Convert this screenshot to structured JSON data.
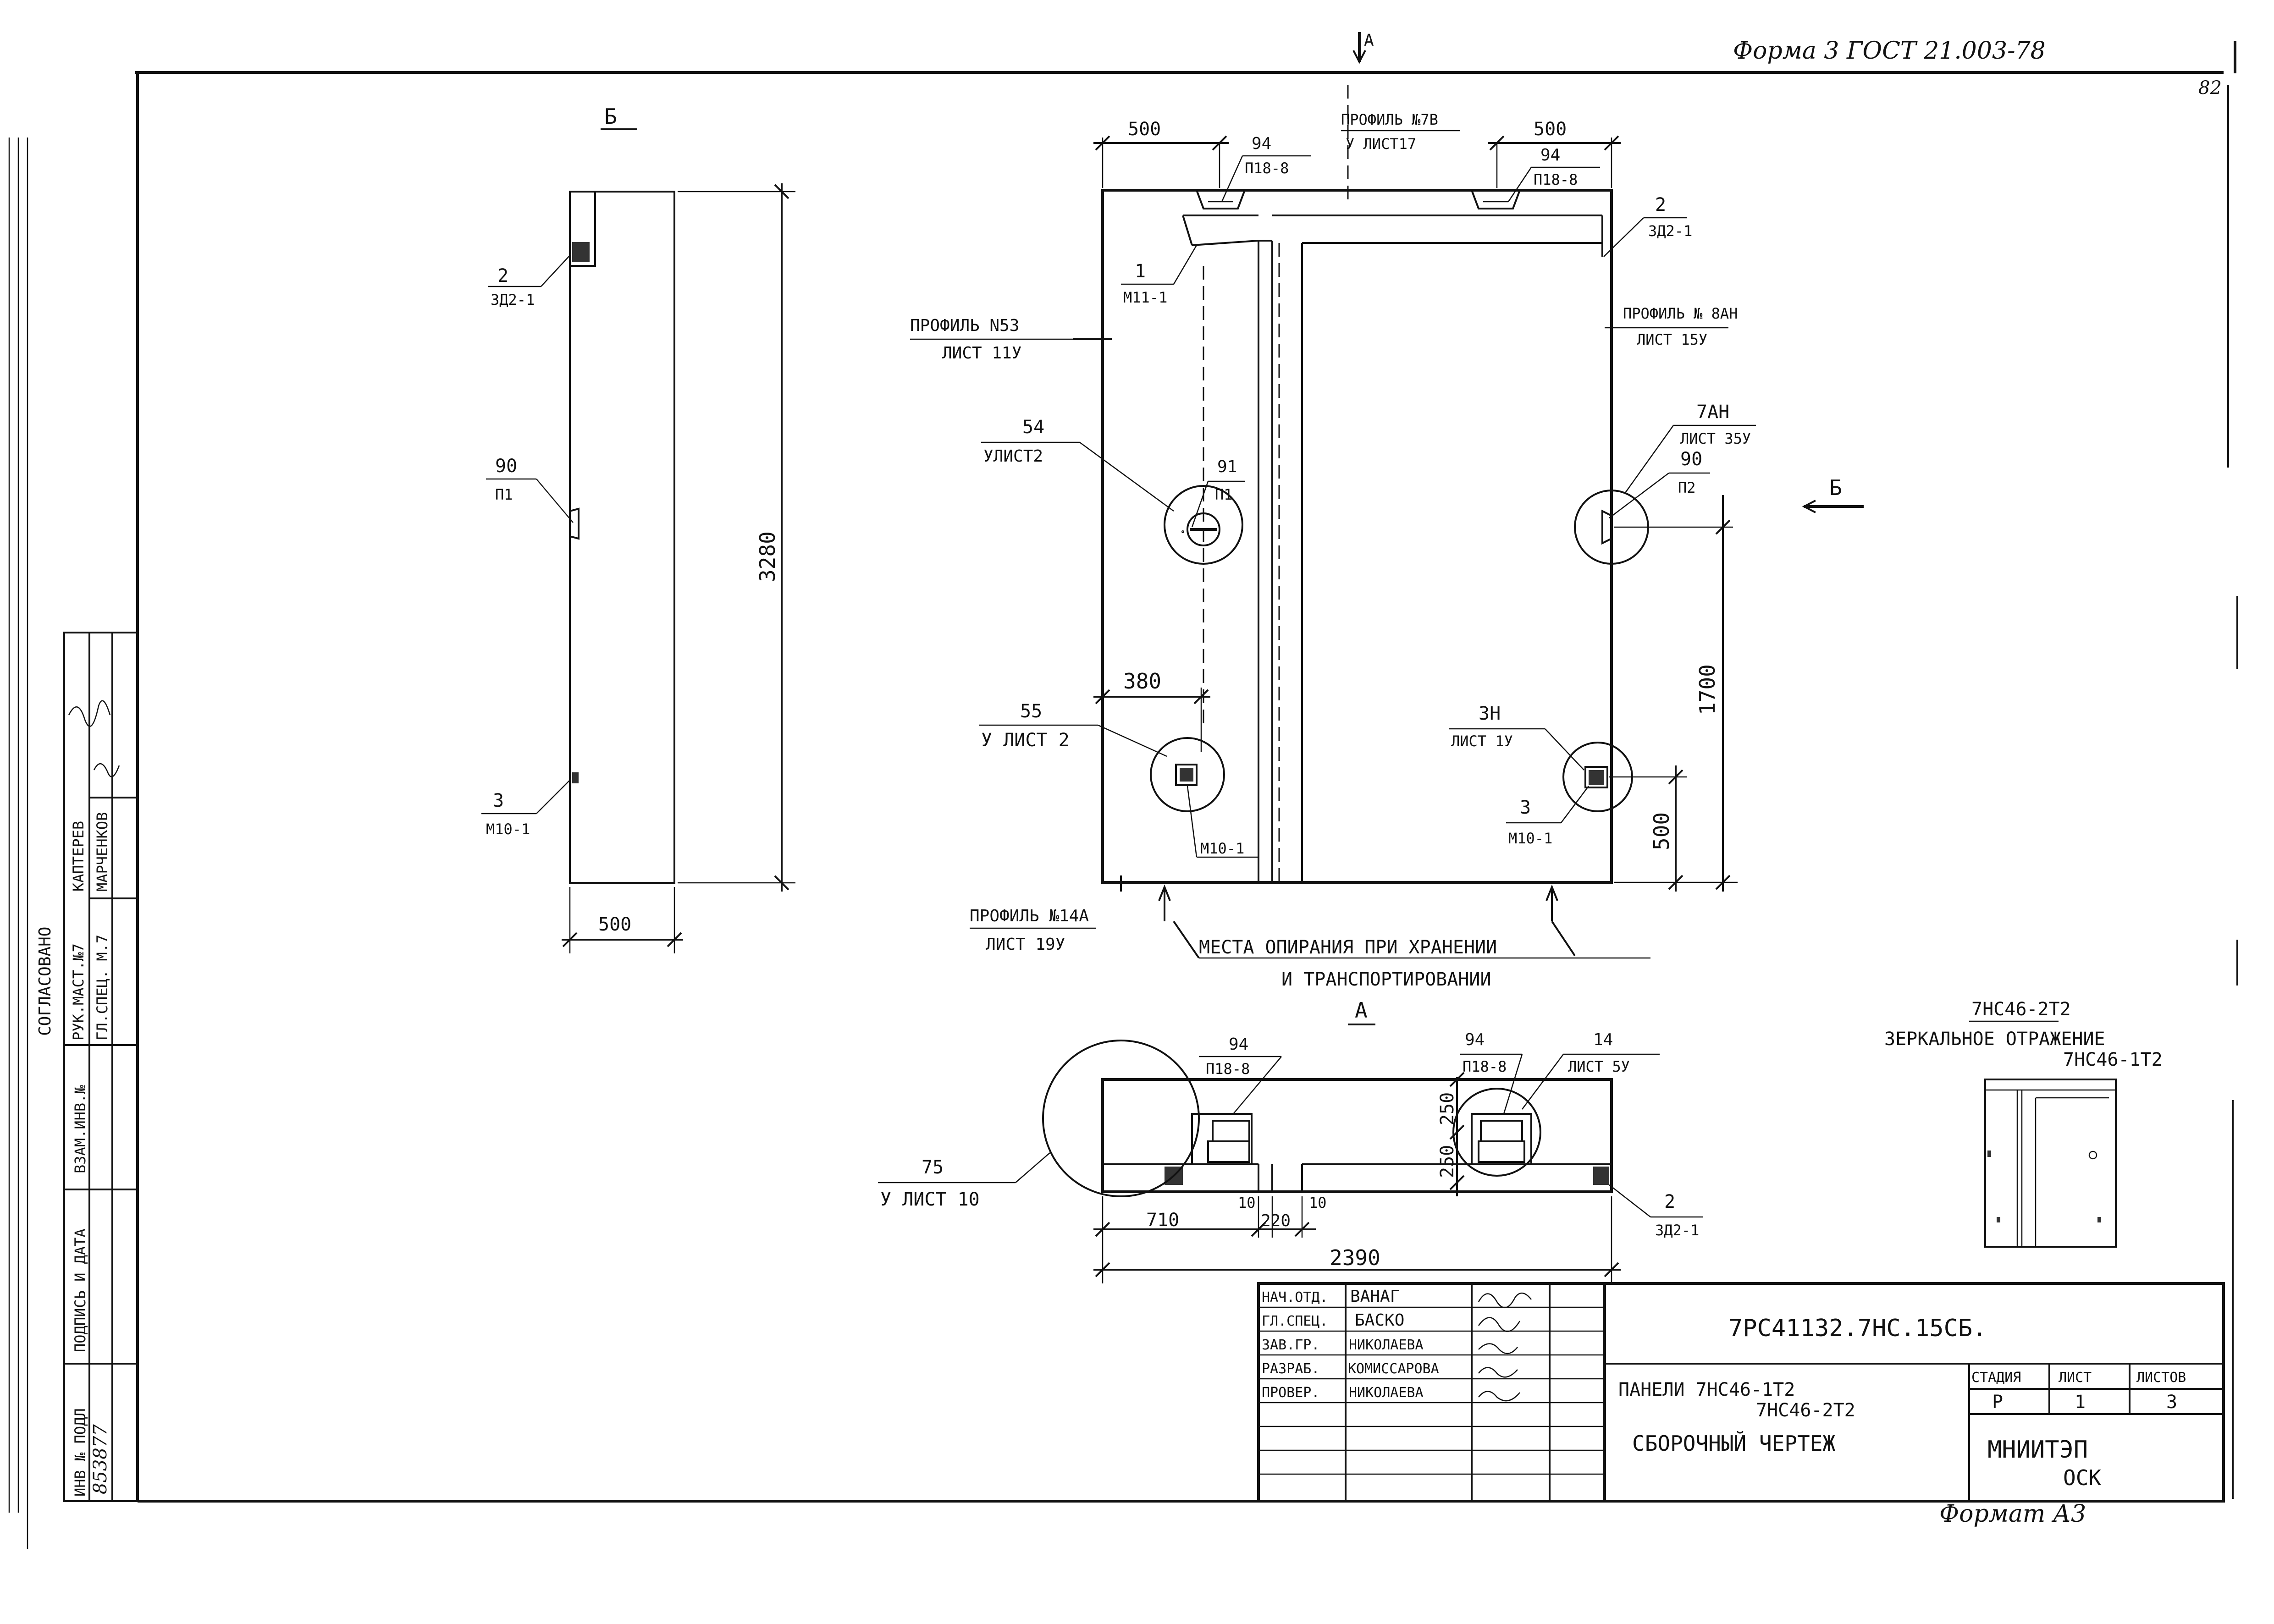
{
  "header": {
    "form_label": "Форма 3  ГОСТ 21.003-78",
    "sheet_corner": "82",
    "format_label": "Формат А3"
  },
  "view_b": {
    "title": "Б",
    "dim_height": "3280",
    "dim_width": "500",
    "callout_2": {
      "num": "2",
      "ref": "3Д2-1"
    },
    "callout_90": {
      "num": "90",
      "ref": "П1"
    },
    "callout_3": {
      "num": "3",
      "ref": "М10-1"
    }
  },
  "front_view": {
    "section_a_mark": "А",
    "section_b_mark": "Б",
    "dim_500_left": "500",
    "dim_500_right": "500",
    "profile_top": {
      "line1": "ПРОФИЛЬ №7В",
      "line2": "У ЛИСТ17"
    },
    "profile_left": {
      "line1": "ПРОФИЛЬ N53",
      "line2": "ЛИСТ 11У"
    },
    "profile_right": {
      "line1": "ПРОФИЛЬ № 8АН",
      "line2": "ЛИСТ 15У"
    },
    "profile_bottom": {
      "line1": "ПРОФИЛЬ №14А",
      "line2": "ЛИСТ 19У"
    },
    "callout_94a": {
      "num": "94",
      "ref": "П18-8"
    },
    "callout_94b": {
      "num": "94",
      "ref": "П18-8"
    },
    "callout_2": {
      "num": "2",
      "ref": "3Д2-1"
    },
    "callout_1": {
      "num": "1",
      "ref": "М11-1"
    },
    "callout_54": {
      "num": "54",
      "ref": "УЛИСТ2"
    },
    "callout_91": {
      "num": "91",
      "ref": "П1"
    },
    "callout_7an": {
      "num": "7АН",
      "ref": "ЛИСТ 35У"
    },
    "callout_90": {
      "num": "90",
      "ref": "П2"
    },
    "callout_55": {
      "num": "55",
      "ref": "У ЛИСТ 2"
    },
    "callout_3n": {
      "num": "3Н",
      "ref": "ЛИСТ 1У"
    },
    "callout_3": {
      "num": "3",
      "ref": "М10-1"
    },
    "callout_m10": "М10-1",
    "dim_380": "380",
    "dim_1700": "1700",
    "dim_500_vert": "500",
    "support_note_1": "МЕСТА ОПИРАНИЯ ПРИ ХРАНЕНИИ",
    "support_note_2": "И ТРАНСПОРТИРОВАНИИ"
  },
  "view_a": {
    "title": "А",
    "callout_94a": {
      "num": "94",
      "ref": "П18-8"
    },
    "callout_94b": {
      "num": "94",
      "ref": "П18-8"
    },
    "callout_14": {
      "num": "14",
      "ref": "ЛИСТ 5У"
    },
    "callout_75": {
      "num": "75",
      "ref": "У ЛИСТ 10"
    },
    "callout_2": {
      "num": "2",
      "ref": "3Д2-1"
    },
    "dim_250a": "250",
    "dim_250b": "250",
    "dim_710": "710",
    "dim_10a": "10",
    "dim_220": "220",
    "dim_10b": "10",
    "dim_2390": "2390"
  },
  "mirror_note": {
    "mark": "7НС46-2Т2",
    "line1": "ЗЕРКАЛЬНОЕ ОТРАЖЕНИЕ",
    "line2": "7НС46-1Т2"
  },
  "left_strip": {
    "agreed": "СОГЛАСОВАНО",
    "row1_role": "РУК.МАСТ.№7",
    "row1_name": "КАПТЕРЕВ",
    "row2_role": "ГЛ.СПЕЦ. М.7",
    "row2_name": "МАРЧЕНКОВ",
    "vzam_inv": "ВЗАМ.ИНВ.№",
    "podpis_data": "ПОДПИСЬ И ДАТА",
    "inv_podl": "ИНВ № ПОДЛ",
    "inv_number": "853877"
  },
  "title_block": {
    "staff": [
      {
        "role": "НАЧ.ОТД.",
        "name": "ВАНАГ"
      },
      {
        "role": "ГЛ.СПЕЦ.",
        "name": "БАСКО"
      },
      {
        "role": "ЗАВ.ГР.",
        "name": "НИКОЛАЕВА"
      },
      {
        "role": "РАЗРАБ.",
        "name": "КОМИССАРОВА"
      },
      {
        "role": "ПРОВЕР.",
        "name": "НИКОЛАЕВА"
      }
    ],
    "doc_code": "7РС41132.7НС.15СБ.",
    "title_line1": "ПАНЕЛИ  7НС46-1Т2",
    "title_line2": "7НС46-2Т2",
    "title_line3": "СБОРОЧНЫЙ ЧЕРТЕЖ",
    "stage_header": "СТАДИЯ",
    "sheet_header": "ЛИСТ",
    "sheets_header": "ЛИСТОВ",
    "stage": "Р",
    "sheet": "1",
    "sheets": "3",
    "org": "МНИИТЭП",
    "org_sub": "ОСК"
  }
}
